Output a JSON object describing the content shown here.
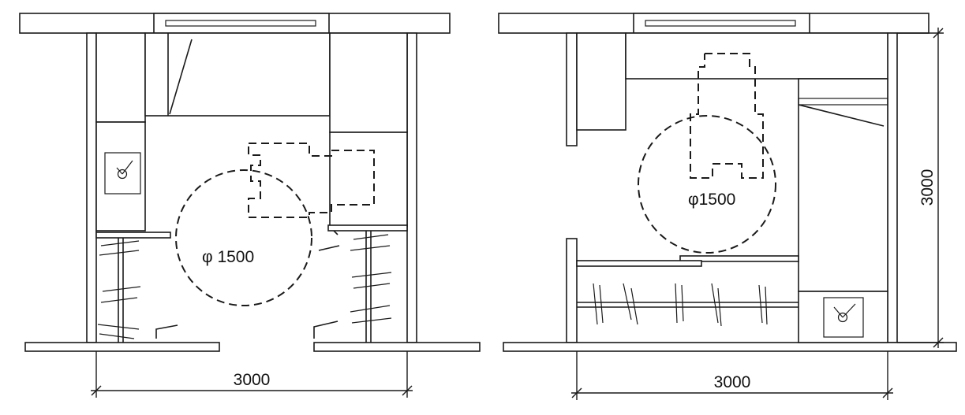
{
  "plans": [
    {
      "circle_label": "φ 1500",
      "width_label": "3000"
    },
    {
      "circle_label": "φ1500",
      "width_label": "3000",
      "depth_label": "3000"
    }
  ],
  "colors": {
    "line": "#1a1a1a",
    "background": "#ffffff"
  }
}
